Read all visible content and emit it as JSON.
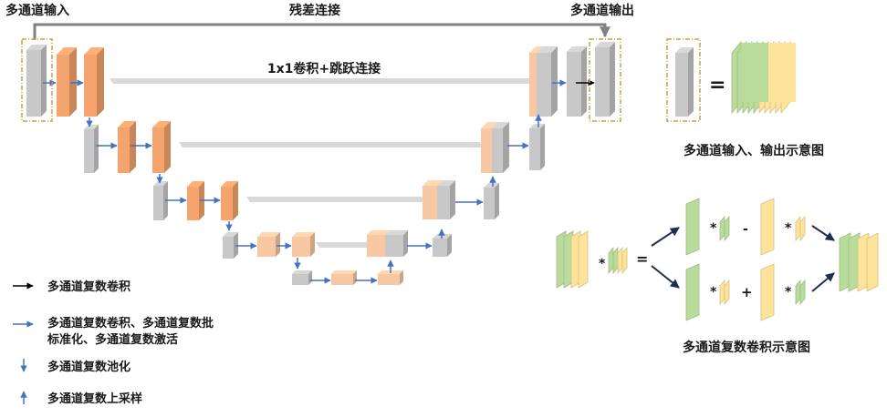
{
  "labels": {
    "input": "多通道输入",
    "residual": "残差连接",
    "output": "多通道输出",
    "skip": "1x1卷积+跳跃连接",
    "io_title": "多通道输入、输出示意图",
    "conv_title": "多通道复数卷积示意图",
    "equals": "=",
    "star": "*",
    "minus": "-",
    "plus": "+"
  },
  "legend": [
    {
      "icon": "black-arrow-right",
      "text": "多通道复数卷积"
    },
    {
      "icon": "blue-arrow-right",
      "text": "多通道复数卷积、多通道复数批",
      "text2": "标准化、多通道复数激活"
    },
    {
      "icon": "blue-arrow-down",
      "text": "多通道复数池化"
    },
    {
      "icon": "blue-arrow-up",
      "text": "多通道复数上采样"
    }
  ],
  "colors": {
    "gray": "#c8c8c8",
    "orange": "#f4a46c",
    "light_orange": "#f8c8a4",
    "green": "#b9dc9b",
    "yellow": "#fde49a",
    "blue_arrow": "#4472c4",
    "skip_bar": "#d9d9d9",
    "dashed_box": "#c8a040",
    "residual_line": "#808080"
  }
}
